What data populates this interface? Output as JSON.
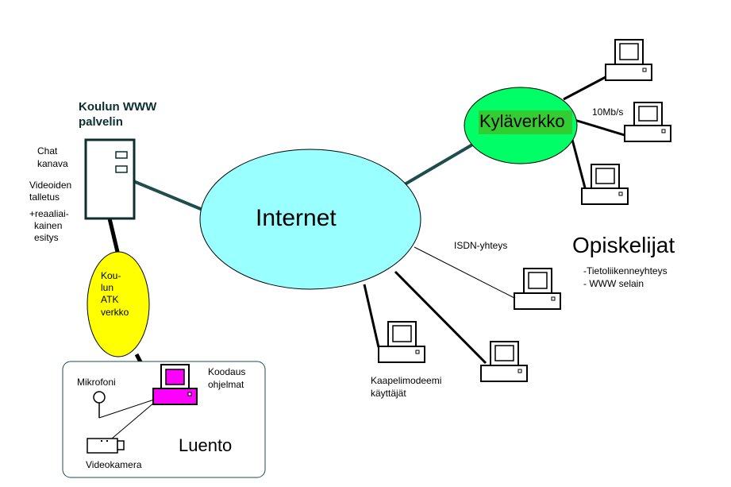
{
  "server": {
    "title_line1": "Koulun WWW",
    "title_line2": "palvelin",
    "features": [
      "Chat",
      "kanava",
      "Videoiden",
      "talletus",
      "+reaaliai-",
      "kainen",
      "esitys"
    ]
  },
  "internet": {
    "label": "Internet"
  },
  "kylaverkko": {
    "label": "Kyläverkko",
    "speed": "10Mb/s"
  },
  "school_network": {
    "lines": [
      "Kou-",
      "lun",
      "ATK",
      "verkko"
    ]
  },
  "lecture": {
    "title": "Luento",
    "coding": [
      "Koodaus",
      "ohjelmat"
    ],
    "microphone": "Mikrofoni",
    "videocamera": "Videokamera"
  },
  "connections": {
    "isdn": "ISDN-yhteys",
    "cable": [
      "Kaapelimodeemi",
      "käyttäjät"
    ]
  },
  "students": {
    "title": "Opiskelijat",
    "items": [
      "-Tietoliikenneyhteys",
      "- WWW selain"
    ]
  },
  "colors": {
    "internet": "#99ffff",
    "kylaverkko": "#00ff66",
    "kylaverkko_highlight": "#33cc33",
    "atk": "#ffff00",
    "computer_pink": "#ff00ff",
    "link": "#1e4d4d"
  }
}
